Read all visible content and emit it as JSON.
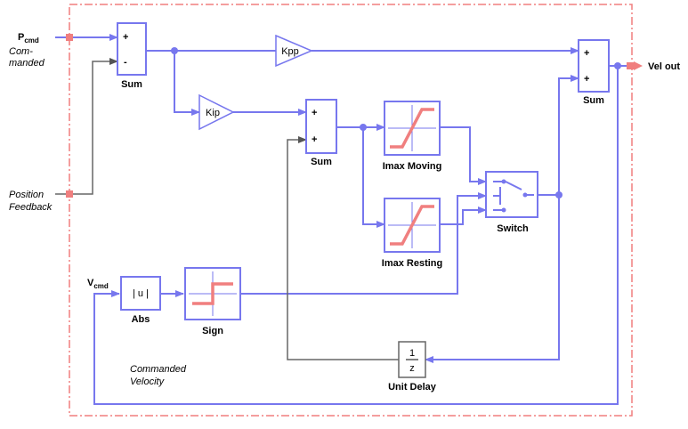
{
  "inputs": {
    "pcmd_main": "P",
    "pcmd_sub": "cmd",
    "commanded_line1": "Com-",
    "commanded_line2": "manded",
    "position_line1": "Position",
    "position_line2": "Feedback",
    "vcmd_main": "V",
    "vcmd_sub": "cmd",
    "commanded_velocity_line1": "Commanded",
    "commanded_velocity_line2": "Velocity"
  },
  "output": {
    "label": "Vel out"
  },
  "blocks": {
    "sum1": {
      "label": "Sum",
      "sign_top": "+",
      "sign_bottom": "-"
    },
    "kpp": {
      "text": "Kpp"
    },
    "kip": {
      "text": "Kip"
    },
    "sum2": {
      "label": "Sum",
      "sign_top": "+",
      "sign_bottom": "+"
    },
    "sum3": {
      "label": "Sum",
      "sign_top": "+",
      "sign_bottom": "+"
    },
    "imax_moving": {
      "label": "Imax Moving"
    },
    "imax_resting": {
      "label": "Imax Resting"
    },
    "switch": {
      "label": "Switch"
    },
    "abs": {
      "label": "Abs",
      "text": "| u |"
    },
    "sign": {
      "label": "Sign"
    },
    "unit_delay": {
      "label": "Unit Delay",
      "num": "1",
      "den": "z"
    }
  },
  "colors": {
    "wire": "#7777ee",
    "port": "#f07f7f",
    "border": "#f07f7f",
    "feedback_wire": "#666666"
  }
}
